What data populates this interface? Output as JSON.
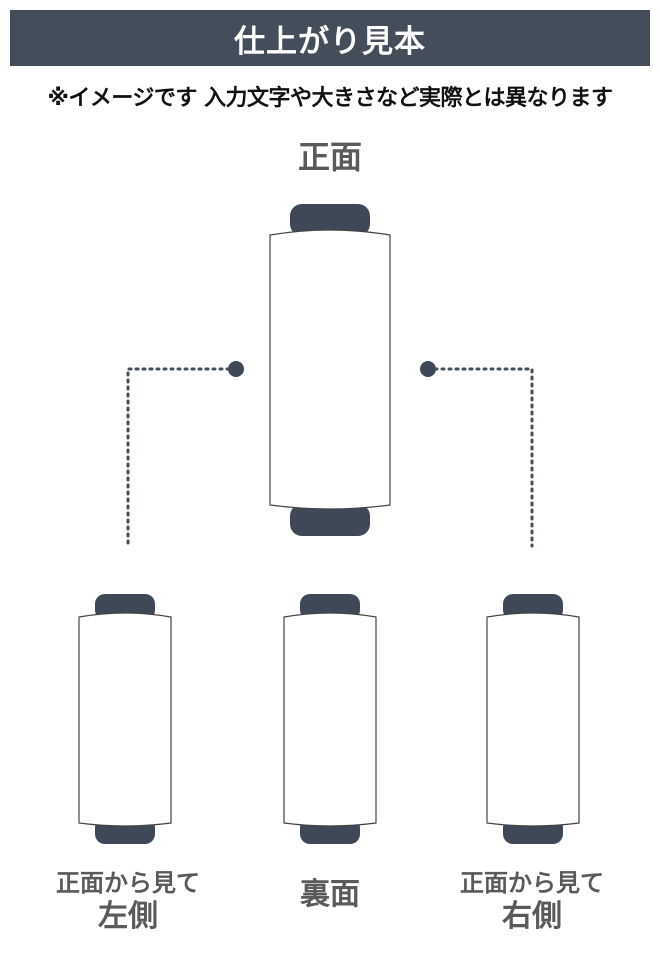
{
  "header": {
    "title": "仕上がり見本"
  },
  "notice": "※イメージです 入力文字や大きさなど実際とは異なります",
  "labels": {
    "front": "正面",
    "left_line1": "正面から見て",
    "left_line2": "左側",
    "back": "裏面",
    "right_line1": "正面から見て",
    "right_line2": "右側"
  },
  "colors": {
    "header_bg": "#444d5a",
    "cap": "#3f4856",
    "label_text": "#5a5a5a"
  },
  "icons": [
    "spool-front-icon",
    "spool-left-icon",
    "spool-back-icon",
    "spool-right-icon"
  ]
}
